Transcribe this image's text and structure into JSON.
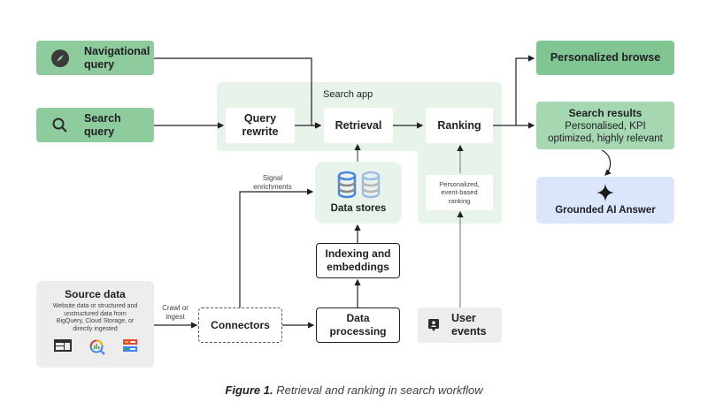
{
  "inputs": {
    "navigational": {
      "label_line1": "Navigational",
      "label_line2": "query",
      "icon": "compass-icon"
    },
    "search": {
      "label_line1": "Search",
      "label_line2": "query",
      "icon": "search-icon"
    }
  },
  "search_app": {
    "title": "Search app",
    "query_rewrite": {
      "line1": "Query",
      "line2": "rewrite"
    },
    "retrieval": "Retrieval",
    "ranking": "Ranking",
    "personalized_ranking": {
      "line1": "Personalized,",
      "line2": "event-based",
      "line3": "ranking"
    }
  },
  "data_stores": {
    "label": "Data stores",
    "icon": "database-icon"
  },
  "indexing": {
    "line1": "Indexing and",
    "line2": "embeddings"
  },
  "data_processing": {
    "line1": "Data",
    "line2": "processing"
  },
  "connectors": "Connectors",
  "user_events": {
    "line1": "User",
    "line2": "events",
    "icon": "user-feedback-icon"
  },
  "source_data": {
    "title": "Source data",
    "desc_line1": "Website data or structured and",
    "desc_line2": "unstructured data from",
    "desc_line3": "BigQuery, Cloud Storage, or",
    "desc_line4": "directly ingested",
    "icons": [
      "website-icon",
      "bigquery-icon",
      "cloud-storage-icon"
    ]
  },
  "edge_labels": {
    "signal_line1": "Signal",
    "signal_line2": "enrichments",
    "crawl_line1": "Crawl or",
    "crawl_line2": "ingest"
  },
  "outputs": {
    "personalized_browse": "Personalized browse",
    "search_results": {
      "title": "Search results",
      "line1": "Personalised, KPI",
      "line2": "optimized, highly relevant"
    },
    "grounded_ai": {
      "label": "Grounded AI Answer",
      "icon": "sparkle-icon"
    }
  },
  "caption": {
    "prefix": "Figure 1.",
    "text": " Retrieval and ranking in search workflow"
  },
  "colors": {
    "input_green": "#8fcc9d",
    "output_dark_green": "#80c592",
    "output_light_green": "#a5d8b1",
    "app_bg": "#e8f3ea",
    "source_bg": "#ededed",
    "ai_blue": "#dbe6fb"
  }
}
